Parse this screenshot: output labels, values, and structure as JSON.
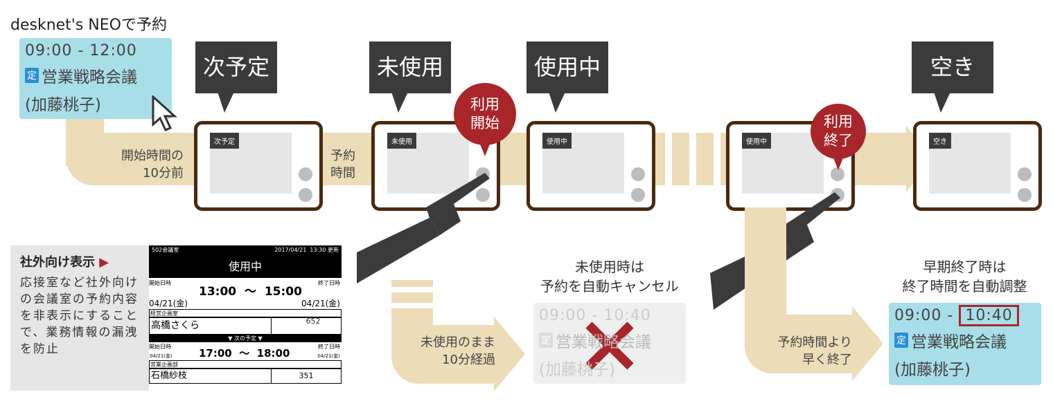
{
  "title": "desknet's NEOで予約",
  "booking": {
    "time": "09:00 - 12:00",
    "tag": "定",
    "name": "営業戦略会議",
    "person": "(加藤桃子)"
  },
  "states": [
    {
      "callout": "次予定",
      "label": "次予定"
    },
    {
      "callout": "未使用",
      "label": "未使用"
    },
    {
      "callout": "使用中",
      "label": "使用中"
    },
    {
      "label": "使用中"
    },
    {
      "callout": "空き",
      "label": "空き"
    }
  ],
  "band_labels": {
    "before": [
      "開始時間の",
      "10分前"
    ],
    "reserved": [
      "予約",
      "時間"
    ]
  },
  "bubbles": {
    "start": [
      "利用",
      "開始"
    ],
    "end": [
      "利用",
      "終了"
    ]
  },
  "external": {
    "heading": "社外向け表示",
    "description": "応接室など社外向けの会議室の予約内容を非表示にすることで、業務情報の漏洩を防止"
  },
  "display": {
    "room": "502会議室",
    "date": "2017/04/21",
    "updated": "13:30 更新",
    "status": "使用中",
    "start_label": "開始日時",
    "end_label": "終了日時",
    "start": "13:00",
    "sep": "～",
    "end": "15:00",
    "start_date": "04/21(金)",
    "end_date": "04/21(金)",
    "dept": "経営企画室",
    "person": "高橋さくら",
    "ext": "652",
    "next_label": "▼ 次の予定 ▼",
    "next_start": "17:00",
    "next_end": "18:00",
    "next_start_date": "04/21(金)",
    "next_end_date": "04/21(金)",
    "next_dept": "営業企画部",
    "next_person": "石橋紗枝",
    "next_ext": "351"
  },
  "cancel": {
    "heading": [
      "未使用時は",
      "予約を自動キャンセル"
    ],
    "arrow": [
      "未使用のまま",
      "10分経過"
    ],
    "time": "09:00 - 10:40"
  },
  "early": {
    "heading": [
      "早期終了時は",
      "終了時間を自動調整"
    ],
    "arrow": [
      "予約時間より",
      "早く終了"
    ],
    "time_start": "09:00 -",
    "time_end": "10:40"
  },
  "colors": {
    "band": "#ecdcb8",
    "frame": "#4a2a10",
    "red": "#a8262a",
    "card": "#a8dee7"
  }
}
